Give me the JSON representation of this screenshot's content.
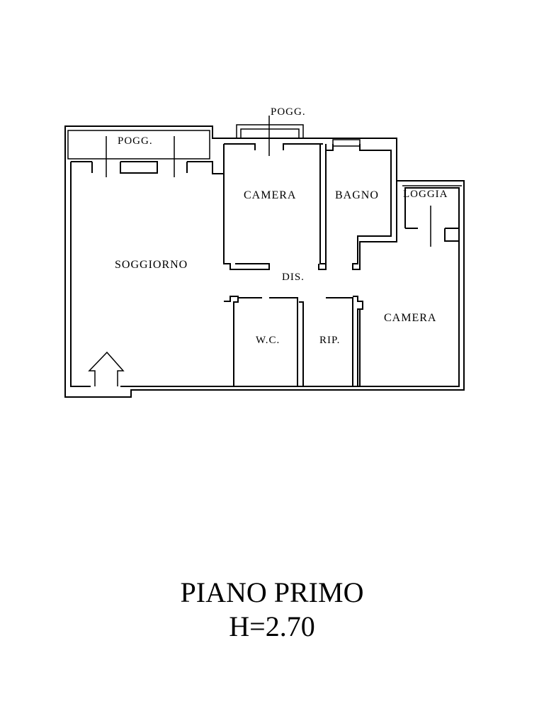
{
  "plan": {
    "rooms": {
      "poggiolo_top": "POGG.",
      "poggiolo_left": "POGG.",
      "camera_1": "CAMERA",
      "bagno": "BAGNO",
      "loggia": "LOGGIA",
      "soggiorno": "SOGGIORNO",
      "disimpegno": "DIS.",
      "camera_2": "CAMERA",
      "wc": "W.C.",
      "ripostiglio": "RIP."
    }
  },
  "caption": {
    "floor": "PIANO PRIMO",
    "height": "H=2.70"
  },
  "colors": {
    "line": "#000000",
    "background": "#ffffff"
  },
  "icons": {
    "entrance": "entrance-arrow-icon"
  }
}
